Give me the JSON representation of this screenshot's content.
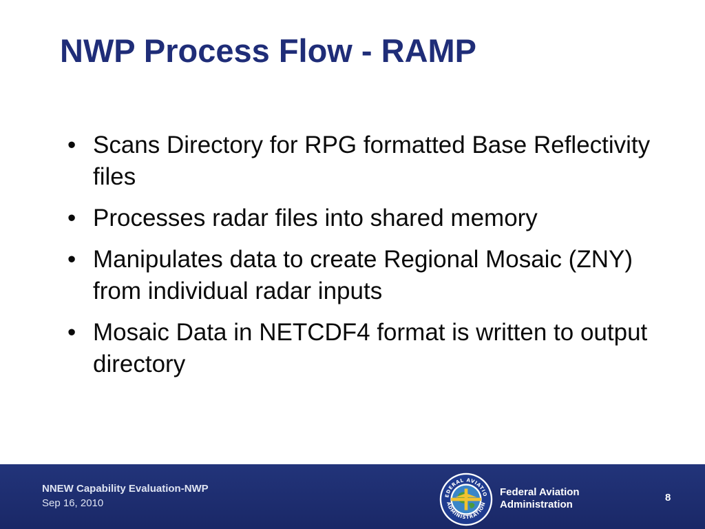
{
  "slide": {
    "title": "NWP Process Flow - RAMP",
    "bullets": [
      "Scans Directory for RPG formatted Base Reflectivity files",
      "Processes radar files into shared memory",
      "Manipulates data to create Regional Mosaic (ZNY) from individual radar inputs",
      "Mosaic Data in NETCDF4 format is written to output directory"
    ]
  },
  "footer": {
    "title": "NNEW Capability Evaluation-NWP",
    "date": "Sep 16, 2010",
    "agency_line1": "Federal Aviation",
    "agency_line2": "Administration",
    "page_number": "8",
    "seal_text_top": "FEDERAL AVIATION",
    "seal_text_bottom": "ADMINISTRATION",
    "seal_icon": "faa-seal-icon"
  },
  "colors": {
    "title": "#1f2d78",
    "footer_bg": "#1b2a6b",
    "body_text": "#0a0a0a"
  }
}
